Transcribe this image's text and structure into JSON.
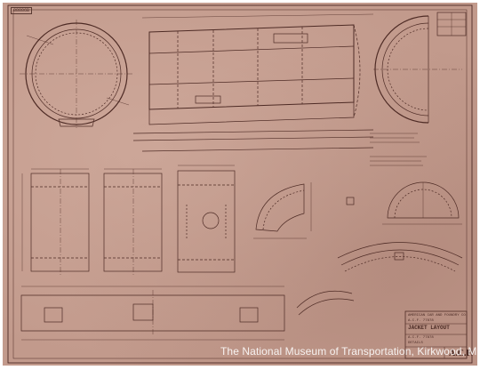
{
  "document": {
    "sheet_number": "88886B",
    "title_block": {
      "line1": "AMERICAN CAR AND FOUNDRY CO.",
      "line2": "A.C.F. 77878",
      "line3": "JACKET LAYOUT",
      "line4": "A.C.F. 77878",
      "line5": "DETAILS",
      "maker_mark": "A.C.F."
    },
    "watermark": "The National Museum of Transportation, Kirkwood, MO"
  }
}
